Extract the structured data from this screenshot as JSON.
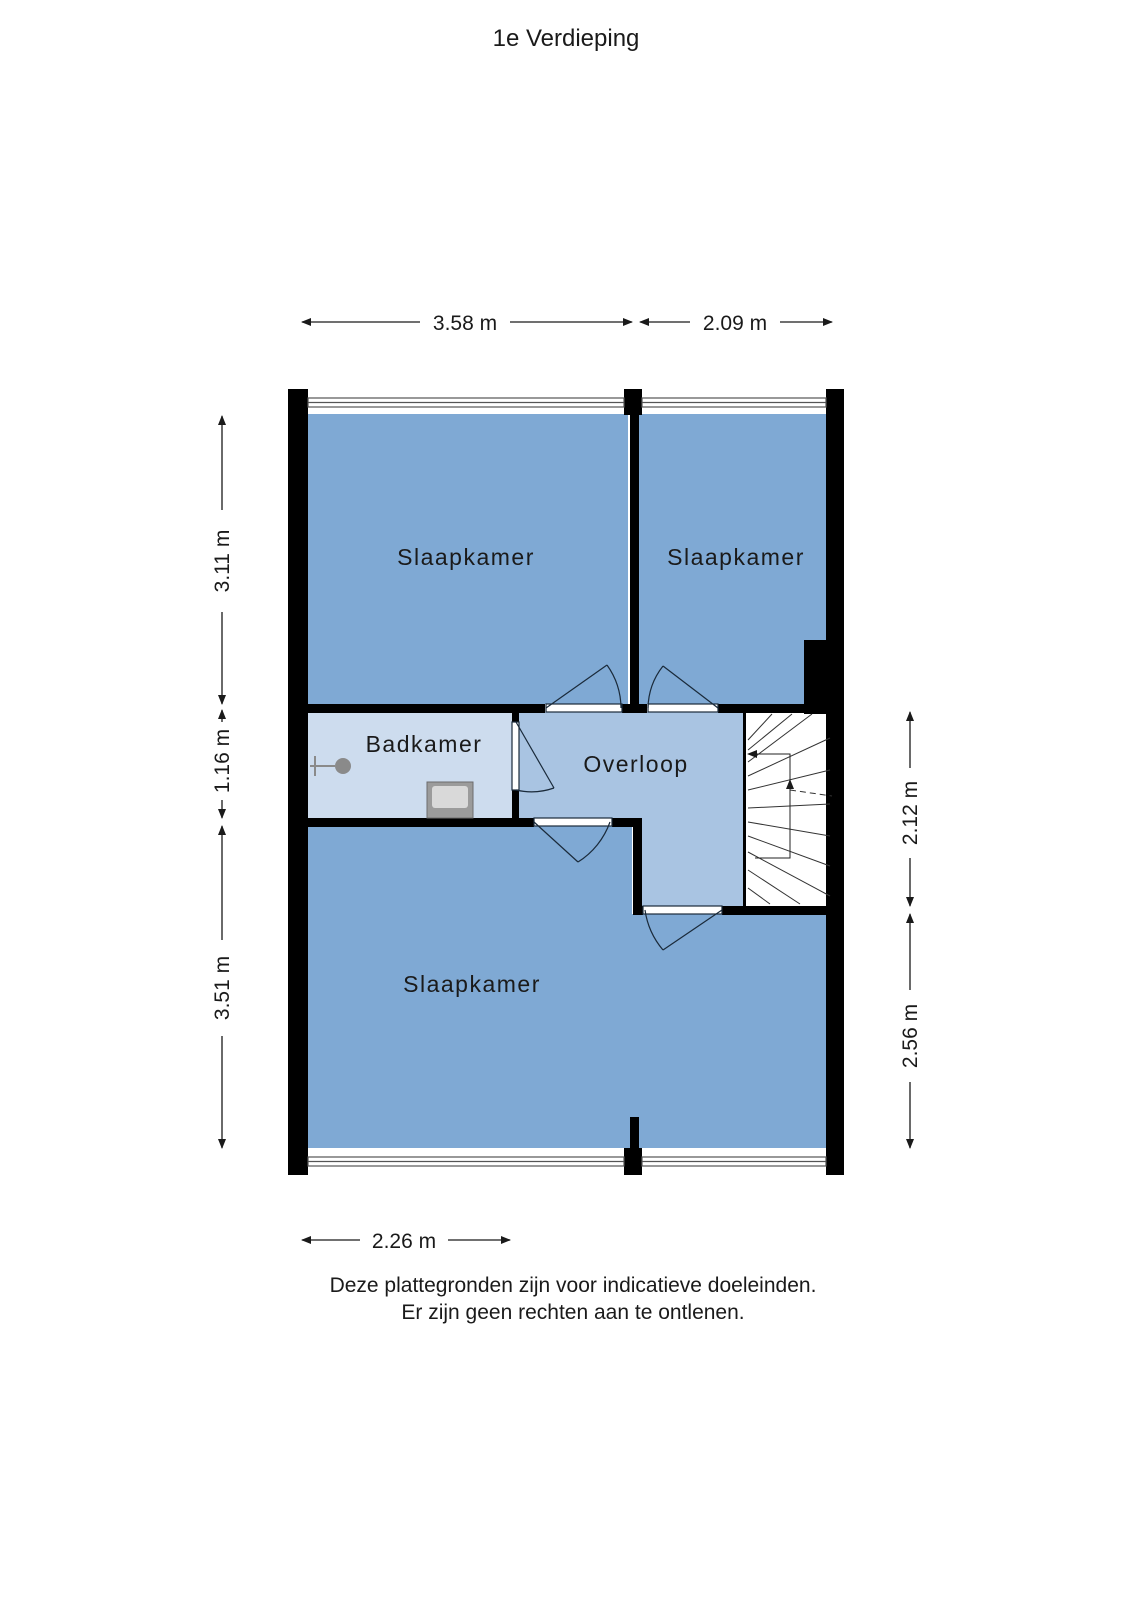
{
  "title": "1e Verdieping",
  "rooms": {
    "slaapkamer_top_left": "Slaapkamer",
    "slaapkamer_top_right": "Slaapkamer",
    "badkamer": "Badkamer",
    "overloop": "Overloop",
    "slaapkamer_bottom": "Slaapkamer"
  },
  "dimensions": {
    "top_left": "3.58 m",
    "top_right": "2.09 m",
    "left_upper": "3.11 m",
    "left_middle": "1.16 m",
    "left_lower": "3.51 m",
    "right_upper": "2.12 m",
    "right_lower": "2.56 m",
    "bottom": "2.26 m"
  },
  "disclaimer": {
    "line1": "Deze plattegronden zijn voor indicatieve doeleinden.",
    "line2": "Er zijn geen rechten aan te ontlenen."
  },
  "colors": {
    "bedroom": "#7fa9d4",
    "landing": "#a9c4e2",
    "bathroom": "#cddcee",
    "wall": "#000000"
  }
}
